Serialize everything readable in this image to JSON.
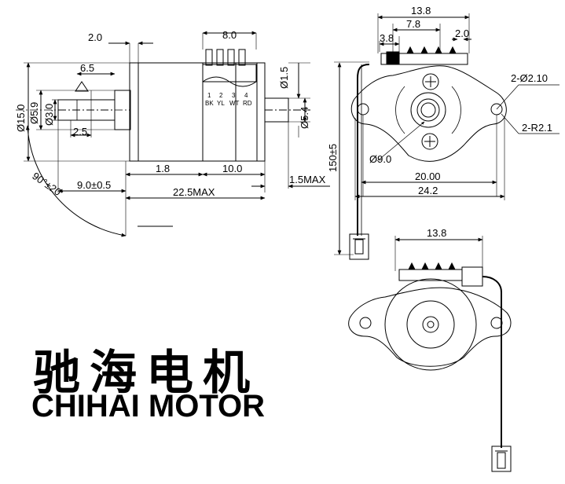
{
  "side_view": {
    "dim_top_2_0": "2.0",
    "dim_pins_8_0": "8.0",
    "dim_6_5": "6.5",
    "dim_dia_15": "Ø15.0",
    "dim_dia_5_9": "Ø5.9",
    "dim_dia_3_0": "Ø3.0",
    "dim_2_5": "2.5",
    "dim_dia_1_5": "Ø1.5",
    "dim_dia_5_4": "Ø5.4",
    "dim_1_8": "1.8",
    "dim_10_0": "10.0",
    "dim_9_0": "9.0±0.5",
    "dim_22_5": "22.5MAX",
    "dim_1_5max": "1.5MAX",
    "dim_angle": "90°±20'",
    "pin_numbers": [
      "1",
      "2",
      "3",
      "4"
    ],
    "wire_colors": [
      "BK",
      "YL",
      "WT",
      "RD"
    ]
  },
  "front_view": {
    "dim_13_8": "13.8",
    "dim_7_8": "7.8",
    "dim_3_8": "3.8",
    "dim_2_0": "2.0",
    "dim_holes": "2-Ø2.10",
    "dim_radius": "2-R2.1",
    "dim_dia_9": "Ø9.0",
    "dim_20_00": "20.00",
    "dim_24_2": "24.2",
    "dim_lead": "150±5"
  },
  "rear_view": {
    "dim_13_8": "13.8"
  },
  "brand": {
    "chinese": "驰海电机",
    "english": "CHIHAI MOTOR"
  }
}
